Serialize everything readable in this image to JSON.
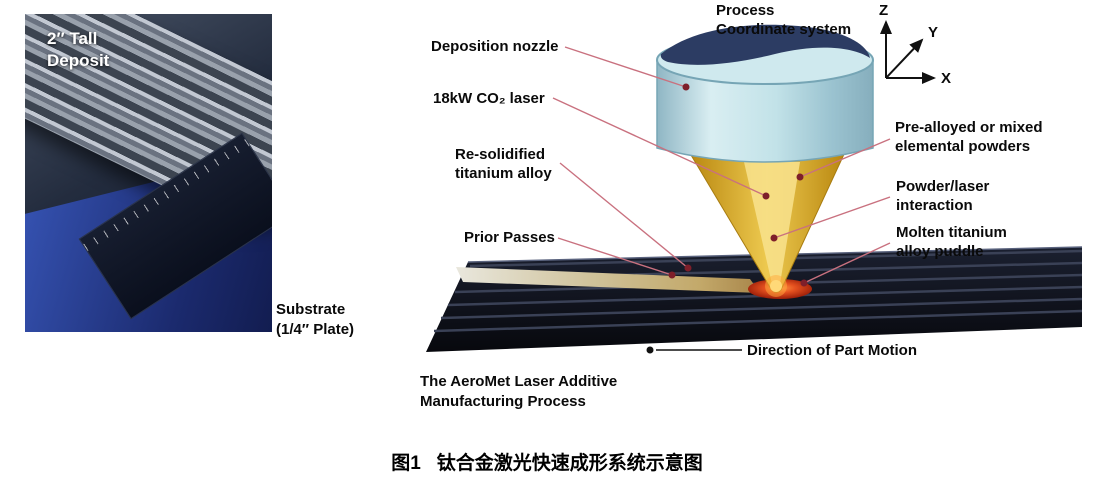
{
  "photo": {
    "deposit_label": "2″ Tall\nDeposit",
    "substrate_label": "Substrate\n(1/4″ Plate)"
  },
  "diagram": {
    "coord_label": "Process\nCoordinate system",
    "axis_z": "Z",
    "axis_y": "Y",
    "axis_x": "X",
    "deposition_nozzle": "Deposition nozzle",
    "laser": "18kW CO₂ laser",
    "resolidified": "Re-solidified\ntitanium alloy",
    "prior_passes": "Prior Passes",
    "powders": "Pre-alloyed or mixed\nelemental powders",
    "powder_laser": "Powder/laser\ninteraction",
    "molten_puddle": "Molten titanium\nalloy puddle",
    "direction": "Direction of Part Motion",
    "process_title": "The AeroMet Laser Additive\nManufacturing Process"
  },
  "caption": {
    "figure_number": "图1",
    "figure_title": "钛合金激光快速成形系统示意图"
  },
  "colors": {
    "leader_line": "#c9717f",
    "leader_dot": "#7e1f2a",
    "direction_line": "#111111",
    "nozzle_blue": "#cfe9ee",
    "cone_gold": "#ddb23a",
    "puddle_red": "#c03010"
  }
}
